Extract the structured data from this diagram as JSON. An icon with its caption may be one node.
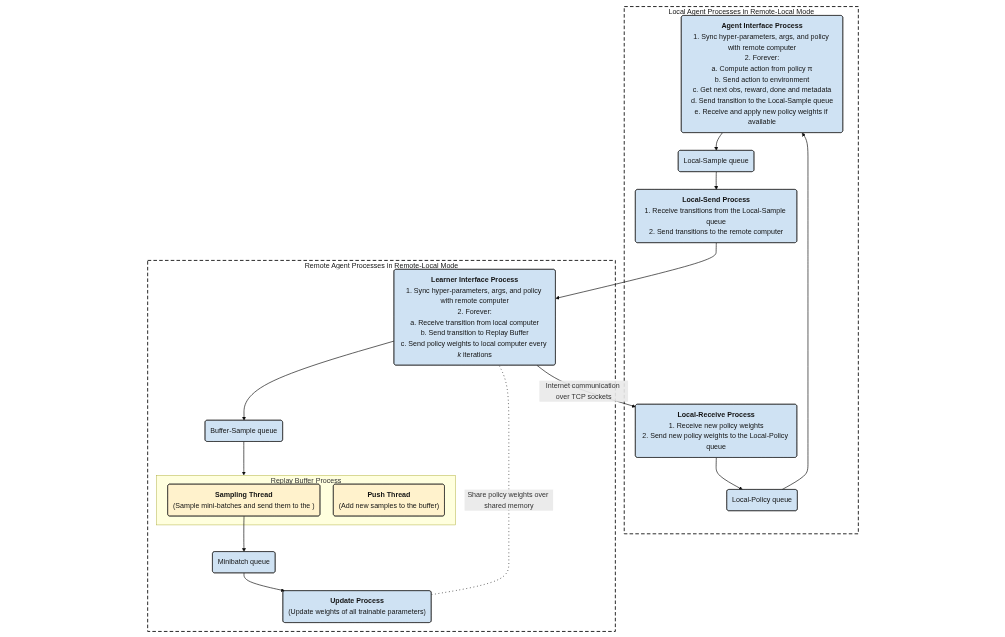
{
  "diagram": {
    "nodes": [
      {
        "text": [
          "Local Agent Processes in Remote-Local Mode"
        ]
      },
      {
        "text": [
          "Agent Interface Process",
          "1. Sync hyper-parameters, args, and policy with remote computer",
          "2. Forever:",
          "a. Compute action from policy π",
          "b. Send action to environment",
          "c. Get next obs, reward, done and metadata",
          "d. Send transition to the Local-Sample queue",
          "e. Receive and apply new policy weights if available"
        ],
        "in": 0
      },
      {
        "text": [
          "Local-Sample queue"
        ],
        "in": 0
      },
      {
        "text": [
          "Local-Policy queue"
        ],
        "in": 0
      },
      {
        "text": [
          "Local-Send Process",
          "1. Receive transitions from the Local-Sample queue",
          "2. Send transitions to the remote computer"
        ],
        "in": 0
      },
      {
        "text": [
          "Local-Receive Process",
          "1. Receive new policy weights",
          "2. Send new policy weights to the Local-Policy queue"
        ],
        "in": 0
      },
      {
        "text": [
          "Remote Agent Processes in Remote-Local Mode"
        ]
      },
      {
        "text": [
          "Replay Buffer Process"
        ],
        "in": 6
      },
      {
        "text": [
          "Sampling Thread",
          "(Sample mini-batches and send them to the )"
        ],
        "in": 7
      },
      {
        "text": [
          "Push Thread",
          "(Add new samples to the buffer)"
        ],
        "in": 7
      },
      {
        "text": [
          "Minibatch queue"
        ],
        "in": 6
      },
      {
        "text": [
          "Update Process",
          "(Update weights of all trainable parameters)"
        ],
        "in": 6
      },
      {
        "text": [
          "Buffer-Sample queue"
        ],
        "in": 6
      },
      {
        "text": [
          "Learner Interface Process",
          "1. Sync hyper-parameters, args, and policy with remote computer",
          "2. Forever:",
          "a. Receive transition from local computer",
          "b. Send transition to Replay Buffer",
          "c. Send policy weights to local computer every *k* iterations"
        ],
        "in": 6
      }
    ],
    "edges": [
      {
        "from": 1,
        "to": 2,
        "arrow": "to"
      },
      {
        "from": 2,
        "to": 4,
        "arrow": "to"
      },
      {
        "from": 5,
        "to": 3,
        "arrow": "to"
      },
      {
        "from": 3,
        "to": 1,
        "arrow": "to"
      },
      {
        "from": 4,
        "to": 13,
        "arrow": "to"
      },
      {
        "from": 13,
        "to": 5,
        "arrow": "to",
        "label": "Internet communication over TCP sockets"
      },
      {
        "from": 13,
        "to": 12,
        "arrow": "to"
      },
      {
        "from": 12,
        "to": 7,
        "arrow": "to"
      },
      {
        "from": 8,
        "to": 10,
        "arrow": "to"
      },
      {
        "from": 10,
        "to": 11,
        "arrow": "to"
      },
      {
        "from": 11,
        "to": 13,
        "arrow": "none",
        "style": "dashed",
        "label": "Share policy weights over shared memory"
      }
    ]
  }
}
